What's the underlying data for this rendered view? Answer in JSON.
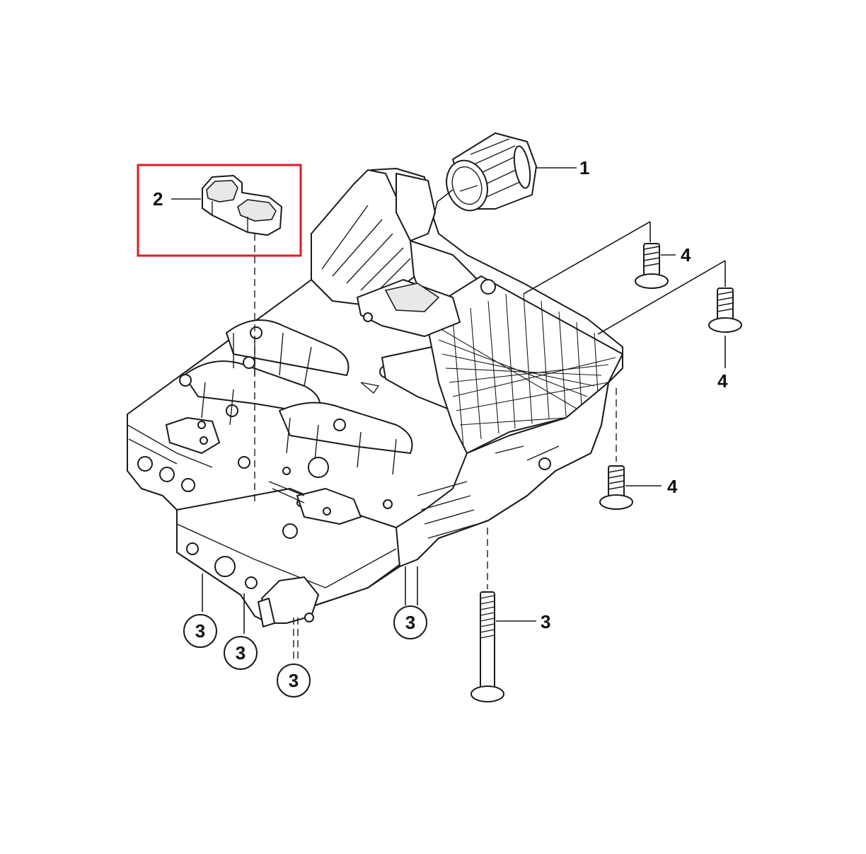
{
  "colors": {
    "highlight_box": "#e01b24",
    "line": "#1a1a1a",
    "background": "#ffffff"
  },
  "callouts": {
    "c1": "1",
    "c2": "2",
    "c4a": "4",
    "c4b": "4",
    "c4c": "4",
    "c3a": "3",
    "c3b": "3",
    "c3c": "3",
    "c3d": "3",
    "c3e": "3"
  }
}
